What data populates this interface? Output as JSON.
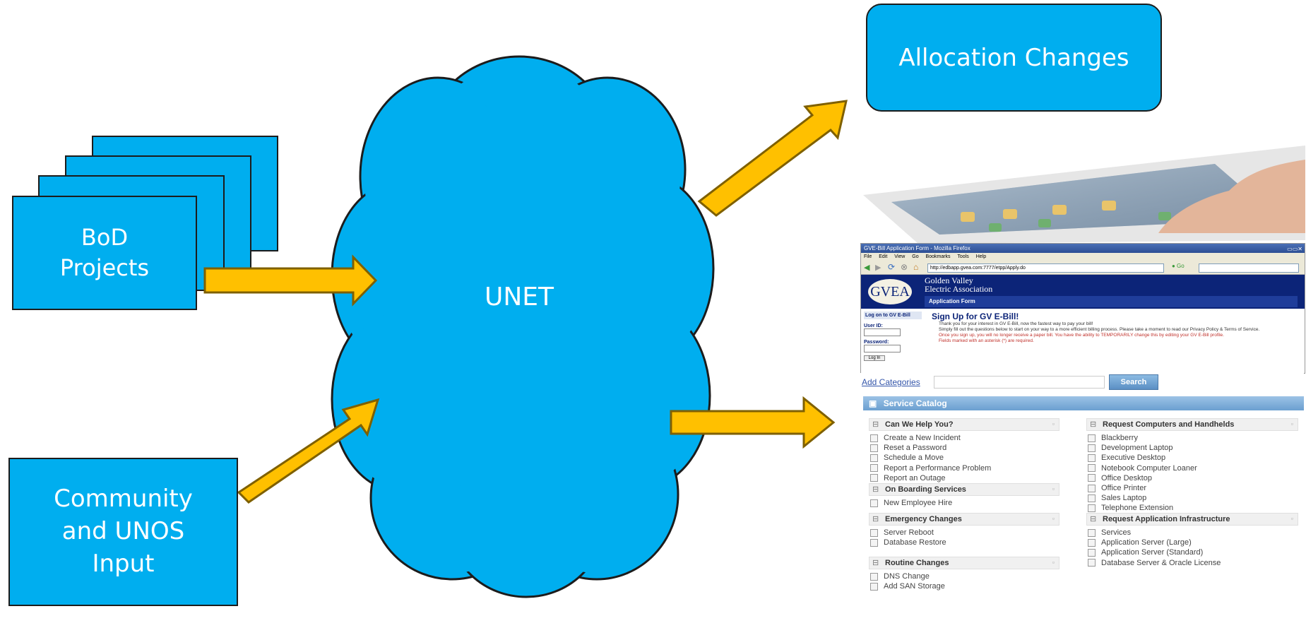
{
  "nodes": {
    "bod": "BoD\nProjects",
    "community": "Community\nand UNOS\nInput",
    "unet": "UNET",
    "allocation": "Allocation Changes"
  },
  "colors": {
    "node_fill": "#00aeef",
    "arrow_fill": "#ffc000",
    "arrow_stroke": "#7f6000",
    "outline": "#1c1c1c"
  },
  "screenshot_browser": {
    "window_title": "GVE-Bill Application Form - Mozilla Firefox",
    "menu": [
      "File",
      "Edit",
      "View",
      "Go",
      "Bookmarks",
      "Tools",
      "Help"
    ],
    "url": "http://edbapp.gvea.com:7777/etpp/Apply.do",
    "logo": "GVEA",
    "org_name": "Golden Valley\nElectric Association",
    "form_header": "Application Form",
    "login_title": "Log on to GV E-Bill",
    "user_id_label": "User ID:",
    "password_label": "Password:",
    "login_button": "Log In",
    "heading": "Sign Up for GV E-Bill!",
    "bullets": [
      "Thank you for your interest in GV E-Bill, now the fastest way to pay your bill!",
      "Simply fill out the questions below to start on your way to a more efficient billing process. Please take a moment to read our Privacy Policy & Terms of Service.",
      "Once you sign up, you will no longer receive a paper bill. You have the ability to TEMPORARILY change this by editing your GV E-Bill profile.",
      "Fields marked with an asterisk (*) are required."
    ]
  },
  "service_catalog": {
    "add_categories": "Add Categories",
    "search_button": "Search",
    "title": "Service Catalog",
    "left_groups": [
      {
        "title": "Can We Help You?",
        "items": [
          "Create a New Incident",
          "Reset a Password",
          "Schedule a Move",
          "Report a Performance Problem",
          "Report an Outage"
        ]
      },
      {
        "title": "On Boarding Services",
        "items": [
          "New Employee Hire"
        ]
      },
      {
        "title": "Emergency Changes",
        "items": [
          "Server Reboot",
          "Database Restore"
        ]
      },
      {
        "title": "Routine Changes",
        "items": [
          "DNS Change",
          "Add SAN Storage"
        ]
      }
    ],
    "right_groups": [
      {
        "title": "Request Computers and Handhelds",
        "items": [
          "Blackberry",
          "Development Laptop",
          "Executive Desktop",
          "Notebook Computer Loaner",
          "Office Desktop",
          "Office Printer",
          "Sales Laptop",
          "Telephone Extension"
        ]
      },
      {
        "title": "Request Application Infrastructure",
        "items": [
          "Services",
          "Application Server (Large)",
          "Application Server (Standard)",
          "Database Server & Oracle License"
        ]
      }
    ]
  }
}
